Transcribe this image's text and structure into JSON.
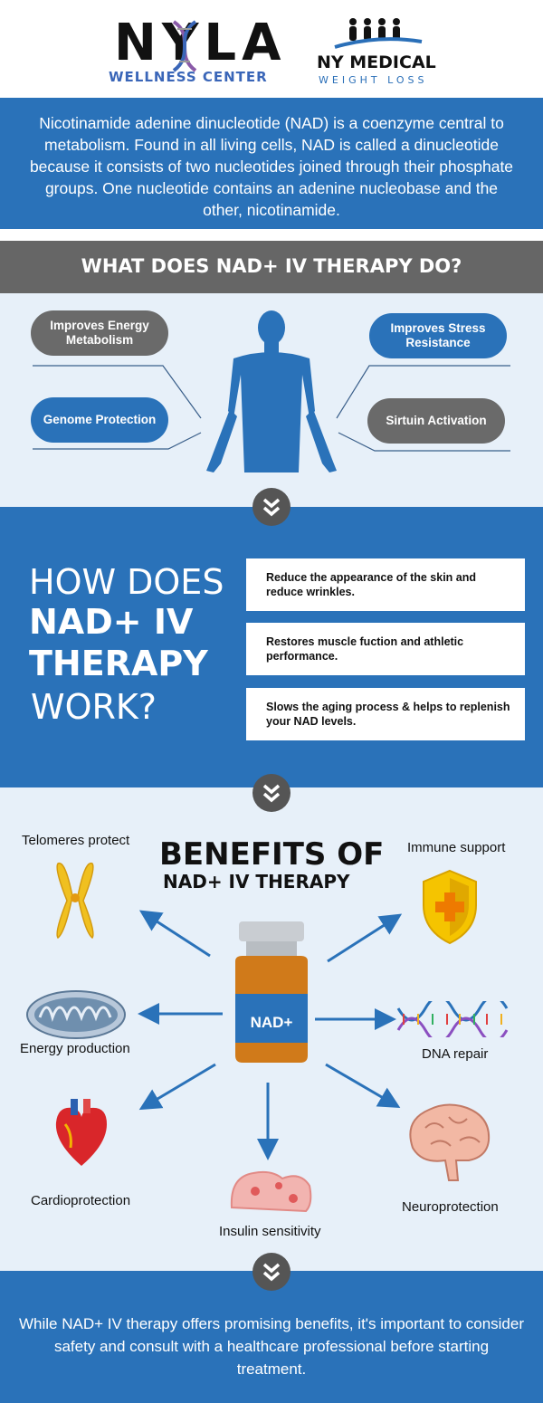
{
  "header": {
    "logo_left": {
      "word": "NYLA",
      "subtitle": "WELLNESS CENTER"
    },
    "logo_right": {
      "title": "NY MEDICAL",
      "subtitle": "WEIGHT LOSS"
    }
  },
  "intro": {
    "text": "Nicotinamide adenine dinucleotide (NAD) is a coenzyme central to metabolism. Found in all living cells, NAD is called a dinucleotide because it consists of two nucleotides joined through their phosphate groups. One nucleotide contains an adenine nucleobase and the other, nicotinamide."
  },
  "what_section": {
    "title": "WHAT DOES NAD+ IV THERAPY DO?",
    "pills": [
      {
        "label": "Improves Energy Metabolism"
      },
      {
        "label": "Genome Protection"
      },
      {
        "label": "Improves Stress Resistance"
      },
      {
        "label": "Sirtuin Activation"
      }
    ]
  },
  "how_section": {
    "title_lines": [
      "HOW DOES",
      "NAD+ IV",
      "THERAPY",
      "WORK?"
    ],
    "items": [
      "Reduce the appearance of the skin and reduce wrinkles.",
      "Restores muscle fuction and athletic performance.",
      "Slows the aging process & helps to replenish your NAD levels."
    ]
  },
  "benefits_section": {
    "title_line1": "BENEFITS OF",
    "title_line2": "NAD+ IV THERAPY",
    "vial_label": "NAD+",
    "labels": {
      "telomeres": "Telomeres protect",
      "immune": "Immune support",
      "energy": "Energy production",
      "dna": "DNA repair",
      "cardio": "Cardioprotection",
      "insulin": "Insulin sensitivity",
      "neuro": "Neuroprotection"
    }
  },
  "footer": {
    "text": "While NAD+ IV therapy offers promising benefits, it's important to consider safety and consult with a healthcare professional before starting treatment."
  },
  "colors": {
    "primary_blue": "#2a72b9",
    "light_bg": "#e7f0f9",
    "gray": "#666666"
  }
}
